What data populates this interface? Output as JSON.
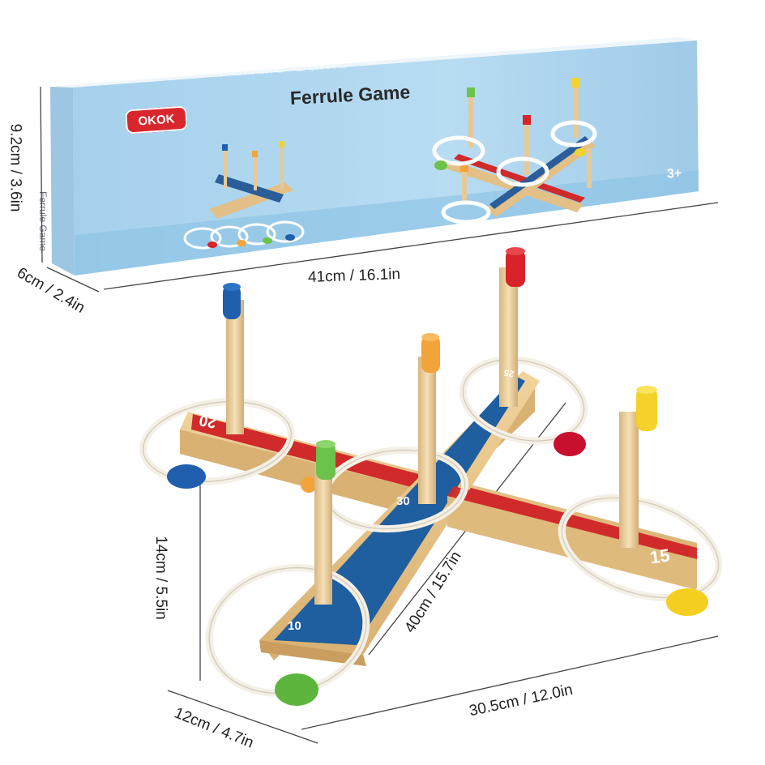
{
  "product": {
    "brand": "OKOK",
    "name": "Ferrule Game",
    "side_text": "Ferrule Game",
    "age": "3+"
  },
  "box_dimensions": {
    "height": "9.2cm / 3.6in",
    "depth": "6cm / 2.4in",
    "length": "41cm / 16.1in"
  },
  "game_dimensions": {
    "height": "14cm / 5.5in",
    "diagonal": "40cm / 15.7in",
    "width": "30.5cm / 12.0in",
    "depth": "12cm / 4.7in"
  },
  "board_scores": [
    "20",
    "30",
    "10",
    "15",
    "25"
  ],
  "colors": {
    "box_blue": "#a9d3ee",
    "box_top": "#eaf5fb",
    "wood": "#e8c78f",
    "red": "#d12a2a",
    "blue": "#1f5e9f",
    "peg_blue": "#1f5fae",
    "peg_red": "#d8232a",
    "peg_orange": "#f2a43a",
    "peg_yellow": "#f5d22a",
    "peg_green": "#6cc24a",
    "rope": "#f4f0e6"
  }
}
